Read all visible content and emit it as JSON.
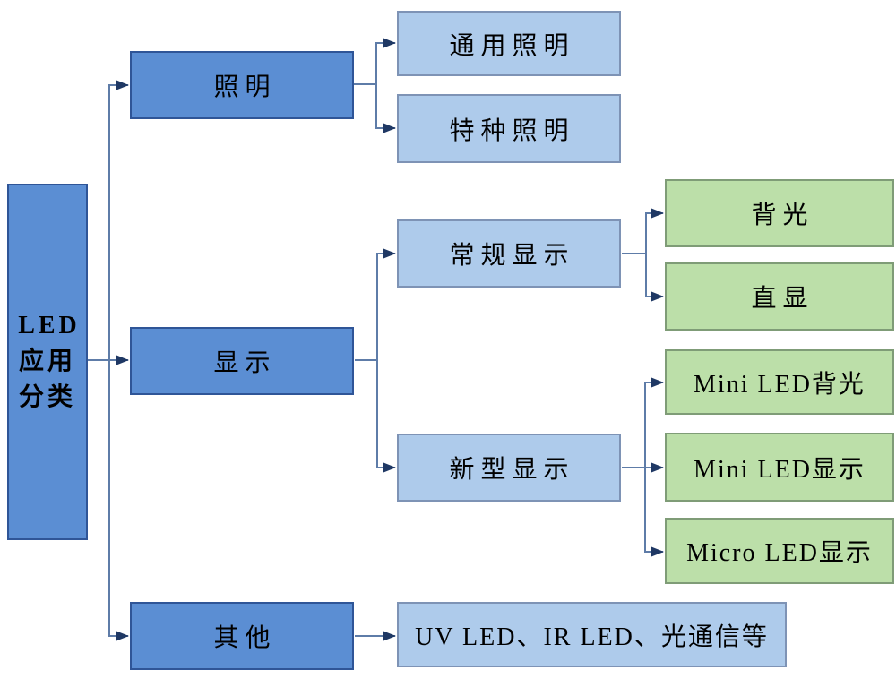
{
  "diagram_title": "LED应用分类",
  "nodes": {
    "root": {
      "label": "LED\n应用\n分类"
    },
    "lighting": {
      "label": "照明"
    },
    "display": {
      "label": "显示"
    },
    "other": {
      "label": "其他"
    },
    "general_lighting": {
      "label": "通用照明"
    },
    "special_lighting": {
      "label": "特种照明"
    },
    "conventional_display": {
      "label": "常规显示"
    },
    "new_display": {
      "label": "新型显示"
    },
    "other_detail": {
      "label": "UV LED、IR LED、光通信等"
    },
    "backlight": {
      "label": "背光"
    },
    "direct_display": {
      "label": "直显"
    },
    "mini_led_backlight": {
      "label": "Mini LED背光"
    },
    "mini_led_display": {
      "label": "Mini LED显示"
    },
    "micro_led_display": {
      "label": "Micro LED显示"
    }
  },
  "hierarchy": {
    "LED应用分类": {
      "照明": [
        "通用照明",
        "特种照明"
      ],
      "显示": {
        "常规显示": [
          "背光",
          "直显"
        ],
        "新型显示": [
          "Mini LED背光",
          "Mini LED显示",
          "Micro LED显示"
        ]
      },
      "其他": [
        "UV LED、IR LED、光通信等"
      ]
    }
  },
  "colors": {
    "background": "#FFFFFF",
    "text": "#000000",
    "level1_fill": "#5B8ED3",
    "level1_border": "#2F5597",
    "level2_fill": "#AECBEB",
    "level2_border": "#7E93B5",
    "level3_fill": "#BCDFA9",
    "level3_border": "#7F9C77",
    "connector": "#5E7CA8",
    "arrowhead": "#1F3864"
  }
}
